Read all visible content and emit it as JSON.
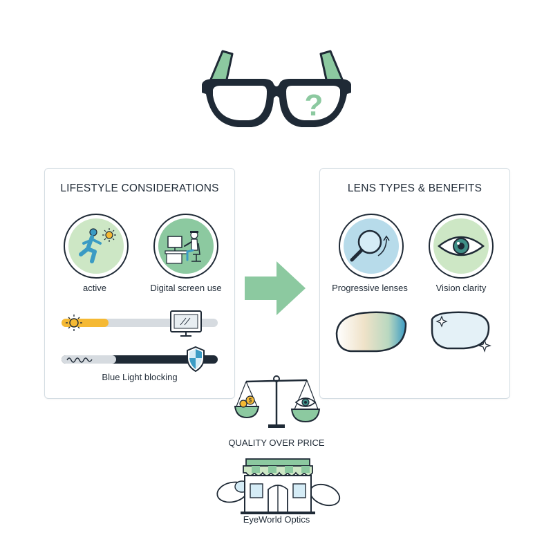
{
  "header": {
    "icon": "glasses-question-icon",
    "symbol": "?"
  },
  "lifestyle": {
    "title": "LIFESTYLE CONSIDERATIONS",
    "items": [
      {
        "label": "active",
        "icon": "running-person-icon"
      },
      {
        "label": "Digital screen use",
        "icon": "person-at-computer-icon"
      }
    ],
    "sliders": [
      {
        "left_icon": "sun-icon",
        "right_icon": "monitor-icon",
        "level": 0.3
      },
      {
        "left_icon": "wave-icon",
        "right_icon": "shield-icon",
        "level": 0.35
      }
    ],
    "slider_caption": "Blue Light blocking"
  },
  "lens": {
    "title": "LENS TYPES & BENEFITS",
    "items": [
      {
        "label": "Progressive lenses",
        "icon": "magnifier-lens-icon"
      },
      {
        "label": "Vision clarity",
        "icon": "eye-icon"
      }
    ],
    "samples": [
      {
        "icon": "gradient-lens-icon"
      },
      {
        "icon": "clear-lens-sparkle-icon"
      }
    ]
  },
  "quality": {
    "label": "QUALITY OVER PRICE",
    "icon": "balance-scale-icon"
  },
  "store": {
    "label": "EyeWorld Optics",
    "icon": "optical-store-icon"
  },
  "colors": {
    "navy": "#1f2a36",
    "green": "#8cc9a0",
    "light_green": "#cde7c5",
    "blue": "#b7dbea",
    "yellow": "#f5b934",
    "gray": "#d6dbe0",
    "border": "#d4dde3"
  }
}
